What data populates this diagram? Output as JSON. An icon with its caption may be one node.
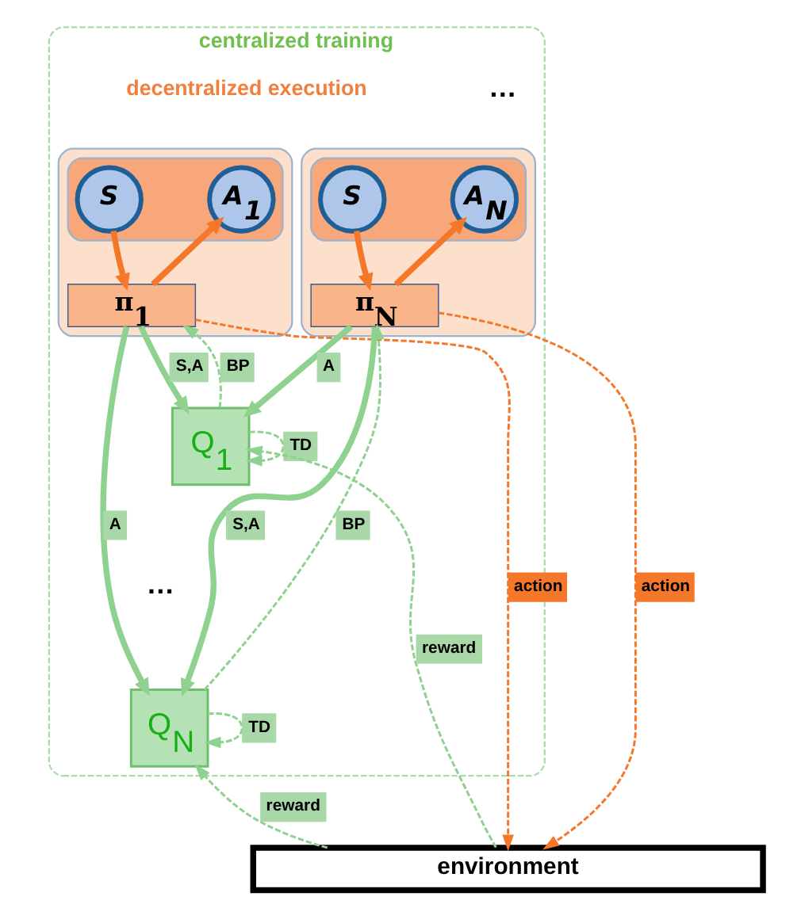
{
  "diagram": {
    "nodes": [
      {
        "text": [
          "centralized training"
        ]
      },
      {
        "text": [],
        "shape": "box",
        "in": 0
      },
      {
        "text": [],
        "shape": "box",
        "in": 1
      },
      {
        "text": [
          "S"
        ],
        "in": 2
      },
      {
        "text": [
          "A$_{1}$"
        ],
        "in": 2
      },
      {
        "text": [
          "π$_{1}$"
        ],
        "in": 1
      },
      {
        "text": [],
        "shape": "box",
        "in": 0
      },
      {
        "text": [],
        "shape": "box",
        "in": 6
      },
      {
        "text": [
          "S"
        ],
        "in": 7
      },
      {
        "text": [
          "A$_{N}$"
        ],
        "in": 7
      },
      {
        "text": [
          "π$_{N}$"
        ],
        "in": 6
      },
      {
        "text": [
          "Q$_{1}$"
        ],
        "in": 0
      },
      {
        "text": [
          "Q$_{N}$"
        ],
        "in": 0
      },
      {
        "text": [
          "environment"
        ]
      }
    ],
    "edges": [
      {
        "from": 3,
        "to": 5,
        "arrow": "to",
        "color": "#f4772a",
        "style": "thick"
      },
      {
        "from": 5,
        "to": 4,
        "arrow": "to",
        "color": "#f4772a",
        "style": "thick"
      },
      {
        "from": 8,
        "to": 10,
        "arrow": "to",
        "color": "#f4772a",
        "style": "thick"
      },
      {
        "from": 10,
        "to": 9,
        "arrow": "to",
        "color": "#f4772a",
        "style": "thick"
      },
      {
        "from": 5,
        "to": 11,
        "arrow": "to",
        "label": "S,A",
        "style": "thick"
      },
      {
        "from": 10,
        "to": 11,
        "arrow": "to",
        "label": "A",
        "style": "thick"
      },
      {
        "from": 5,
        "to": 12,
        "arrow": "to",
        "label": "A",
        "style": "thick"
      },
      {
        "from": 10,
        "to": 12,
        "arrow": "to",
        "label": "S,A",
        "style": "thick"
      },
      {
        "from": 11,
        "to": 5,
        "arrow": "to",
        "label": "BP",
        "style": "dashed"
      },
      {
        "from": 12,
        "to": 10,
        "arrow": "to",
        "label": "BP",
        "style": "dashed"
      },
      {
        "from": 11,
        "to": 11,
        "arrow": "to",
        "label": "TD",
        "style": "dashed"
      },
      {
        "from": 12,
        "to": 12,
        "arrow": "to",
        "label": "TD",
        "style": "dashed"
      },
      {
        "from": 5,
        "to": 13,
        "arrow": "to",
        "label": "action",
        "style": "dashed",
        "color": "#f4772a"
      },
      {
        "from": 10,
        "to": 13,
        "arrow": "to",
        "label": "action",
        "style": "dashed",
        "color": "#f4772a"
      },
      {
        "from": 13,
        "to": 11,
        "arrow": "to",
        "label": "reward",
        "style": "dashed"
      },
      {
        "from": 13,
        "to": 12,
        "arrow": "to",
        "label": "reward",
        "style": "dashed"
      }
    ],
    "labels": [
      "decentralized execution",
      "…",
      "…"
    ]
  }
}
